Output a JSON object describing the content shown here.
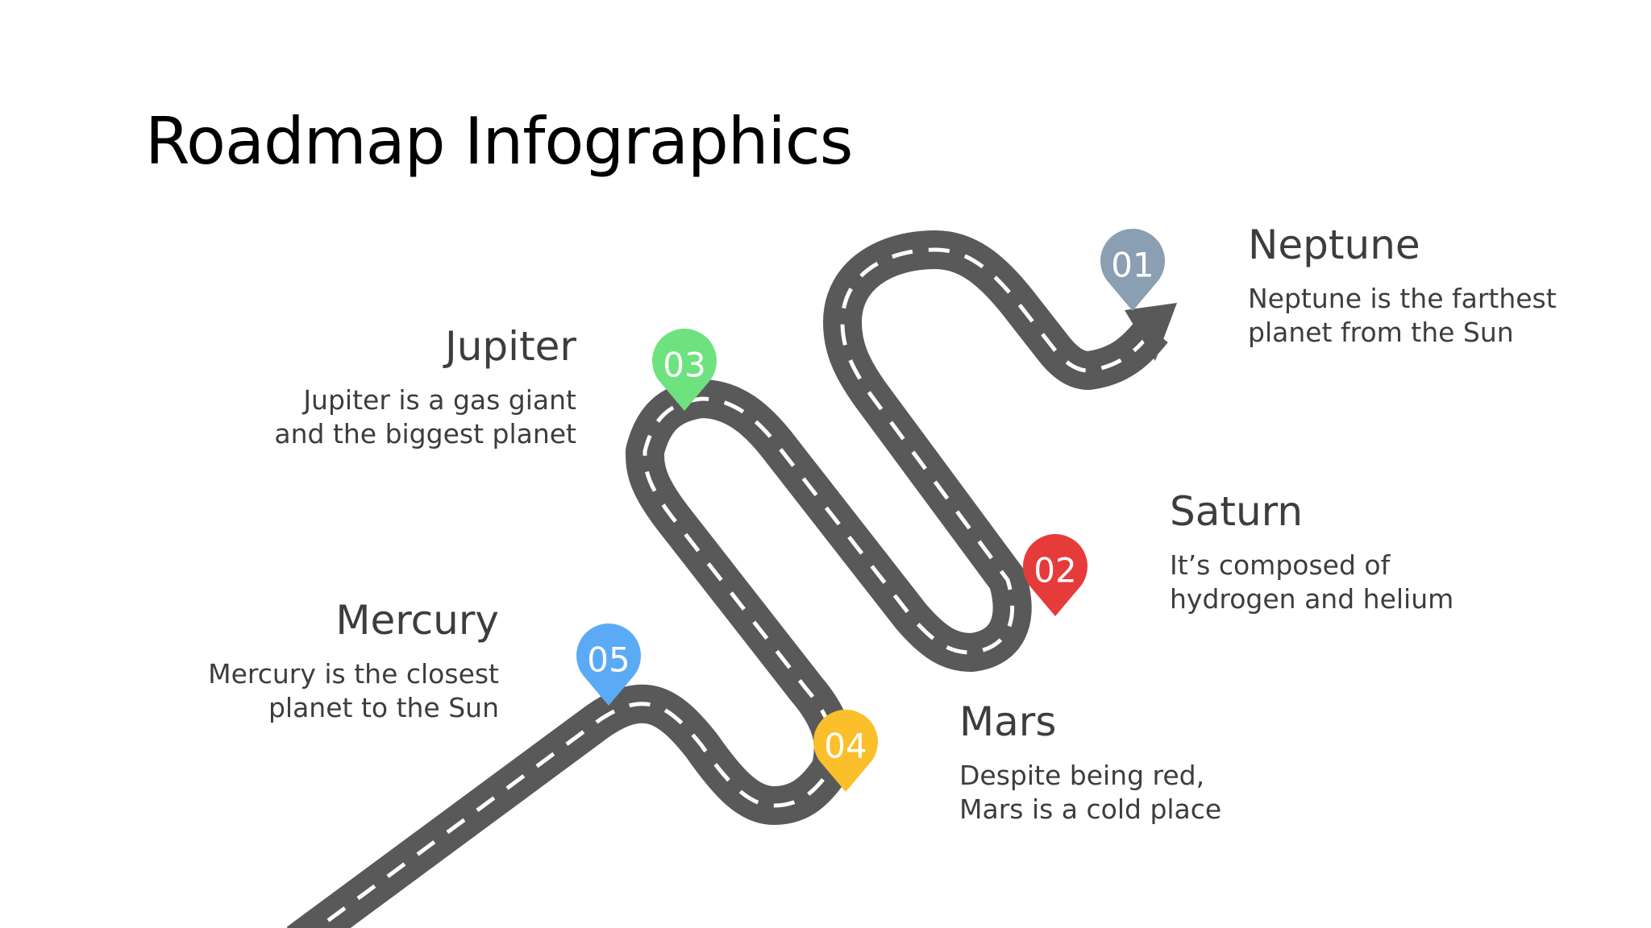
{
  "title": "Roadmap Infographics",
  "colors": {
    "road": "#595959",
    "lane_markings": "#ffffff",
    "marker_01": "#8a9fb1",
    "marker_02": "#e63b3b",
    "marker_03": "#6ee27f",
    "marker_04": "#fbbf2c",
    "marker_05": "#5aaaf6"
  },
  "milestones": [
    {
      "number": "01",
      "heading": "Neptune",
      "description": "Neptune is the farthest\nplanet from the Sun"
    },
    {
      "number": "02",
      "heading": "Saturn",
      "description": "It’s composed of\nhydrogen and helium"
    },
    {
      "number": "03",
      "heading": "Jupiter",
      "description": "Jupiter is a gas giant\nand the biggest planet"
    },
    {
      "number": "04",
      "heading": "Mars",
      "description": "Despite being red,\nMars is a cold place"
    },
    {
      "number": "05",
      "heading": "Mercury",
      "description": "Mercury is the closest\nplanet to the Sun"
    }
  ]
}
